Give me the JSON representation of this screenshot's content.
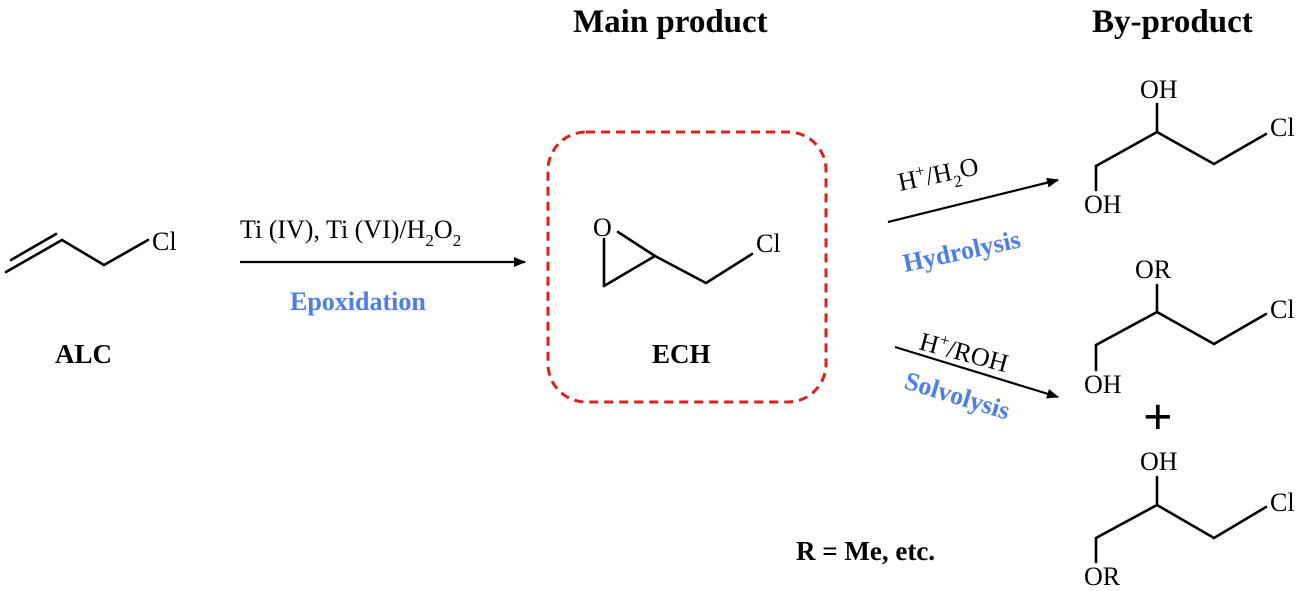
{
  "headers": {
    "main_product": "Main product",
    "by_product": "By-product"
  },
  "reactant": {
    "label": "ALC",
    "atom_cl": "Cl"
  },
  "epoxidation": {
    "condition_prefix": "Ti (IV), Ti (VI)/H",
    "condition_sub1": "2",
    "condition_mid": "O",
    "condition_sub2": "2",
    "process": "Epoxidation"
  },
  "main_product": {
    "label": "ECH",
    "atom_o": "O",
    "atom_cl": "Cl",
    "box_color": "#e0201c"
  },
  "hydrolysis": {
    "cond_h": "H",
    "cond_sup": "+",
    "cond_mid": "/H",
    "cond_sub": "2",
    "cond_o": "O",
    "process": "Hydrolysis",
    "process_color": "#4d7ef0"
  },
  "solvolysis": {
    "cond_h": "H",
    "cond_sup": "+",
    "cond_rest": "/ROH",
    "process": "Solvolysis",
    "process_color": "#4d7ef0"
  },
  "byproducts": {
    "diol": {
      "top": "OH",
      "bottom": "OH",
      "cl": "Cl"
    },
    "ether_a": {
      "top": "OR",
      "bottom": "OH",
      "cl": "Cl"
    },
    "plus": "+",
    "ether_b": {
      "top": "OH",
      "bottom": "OR",
      "cl": "Cl"
    }
  },
  "note": "R = Me, etc."
}
